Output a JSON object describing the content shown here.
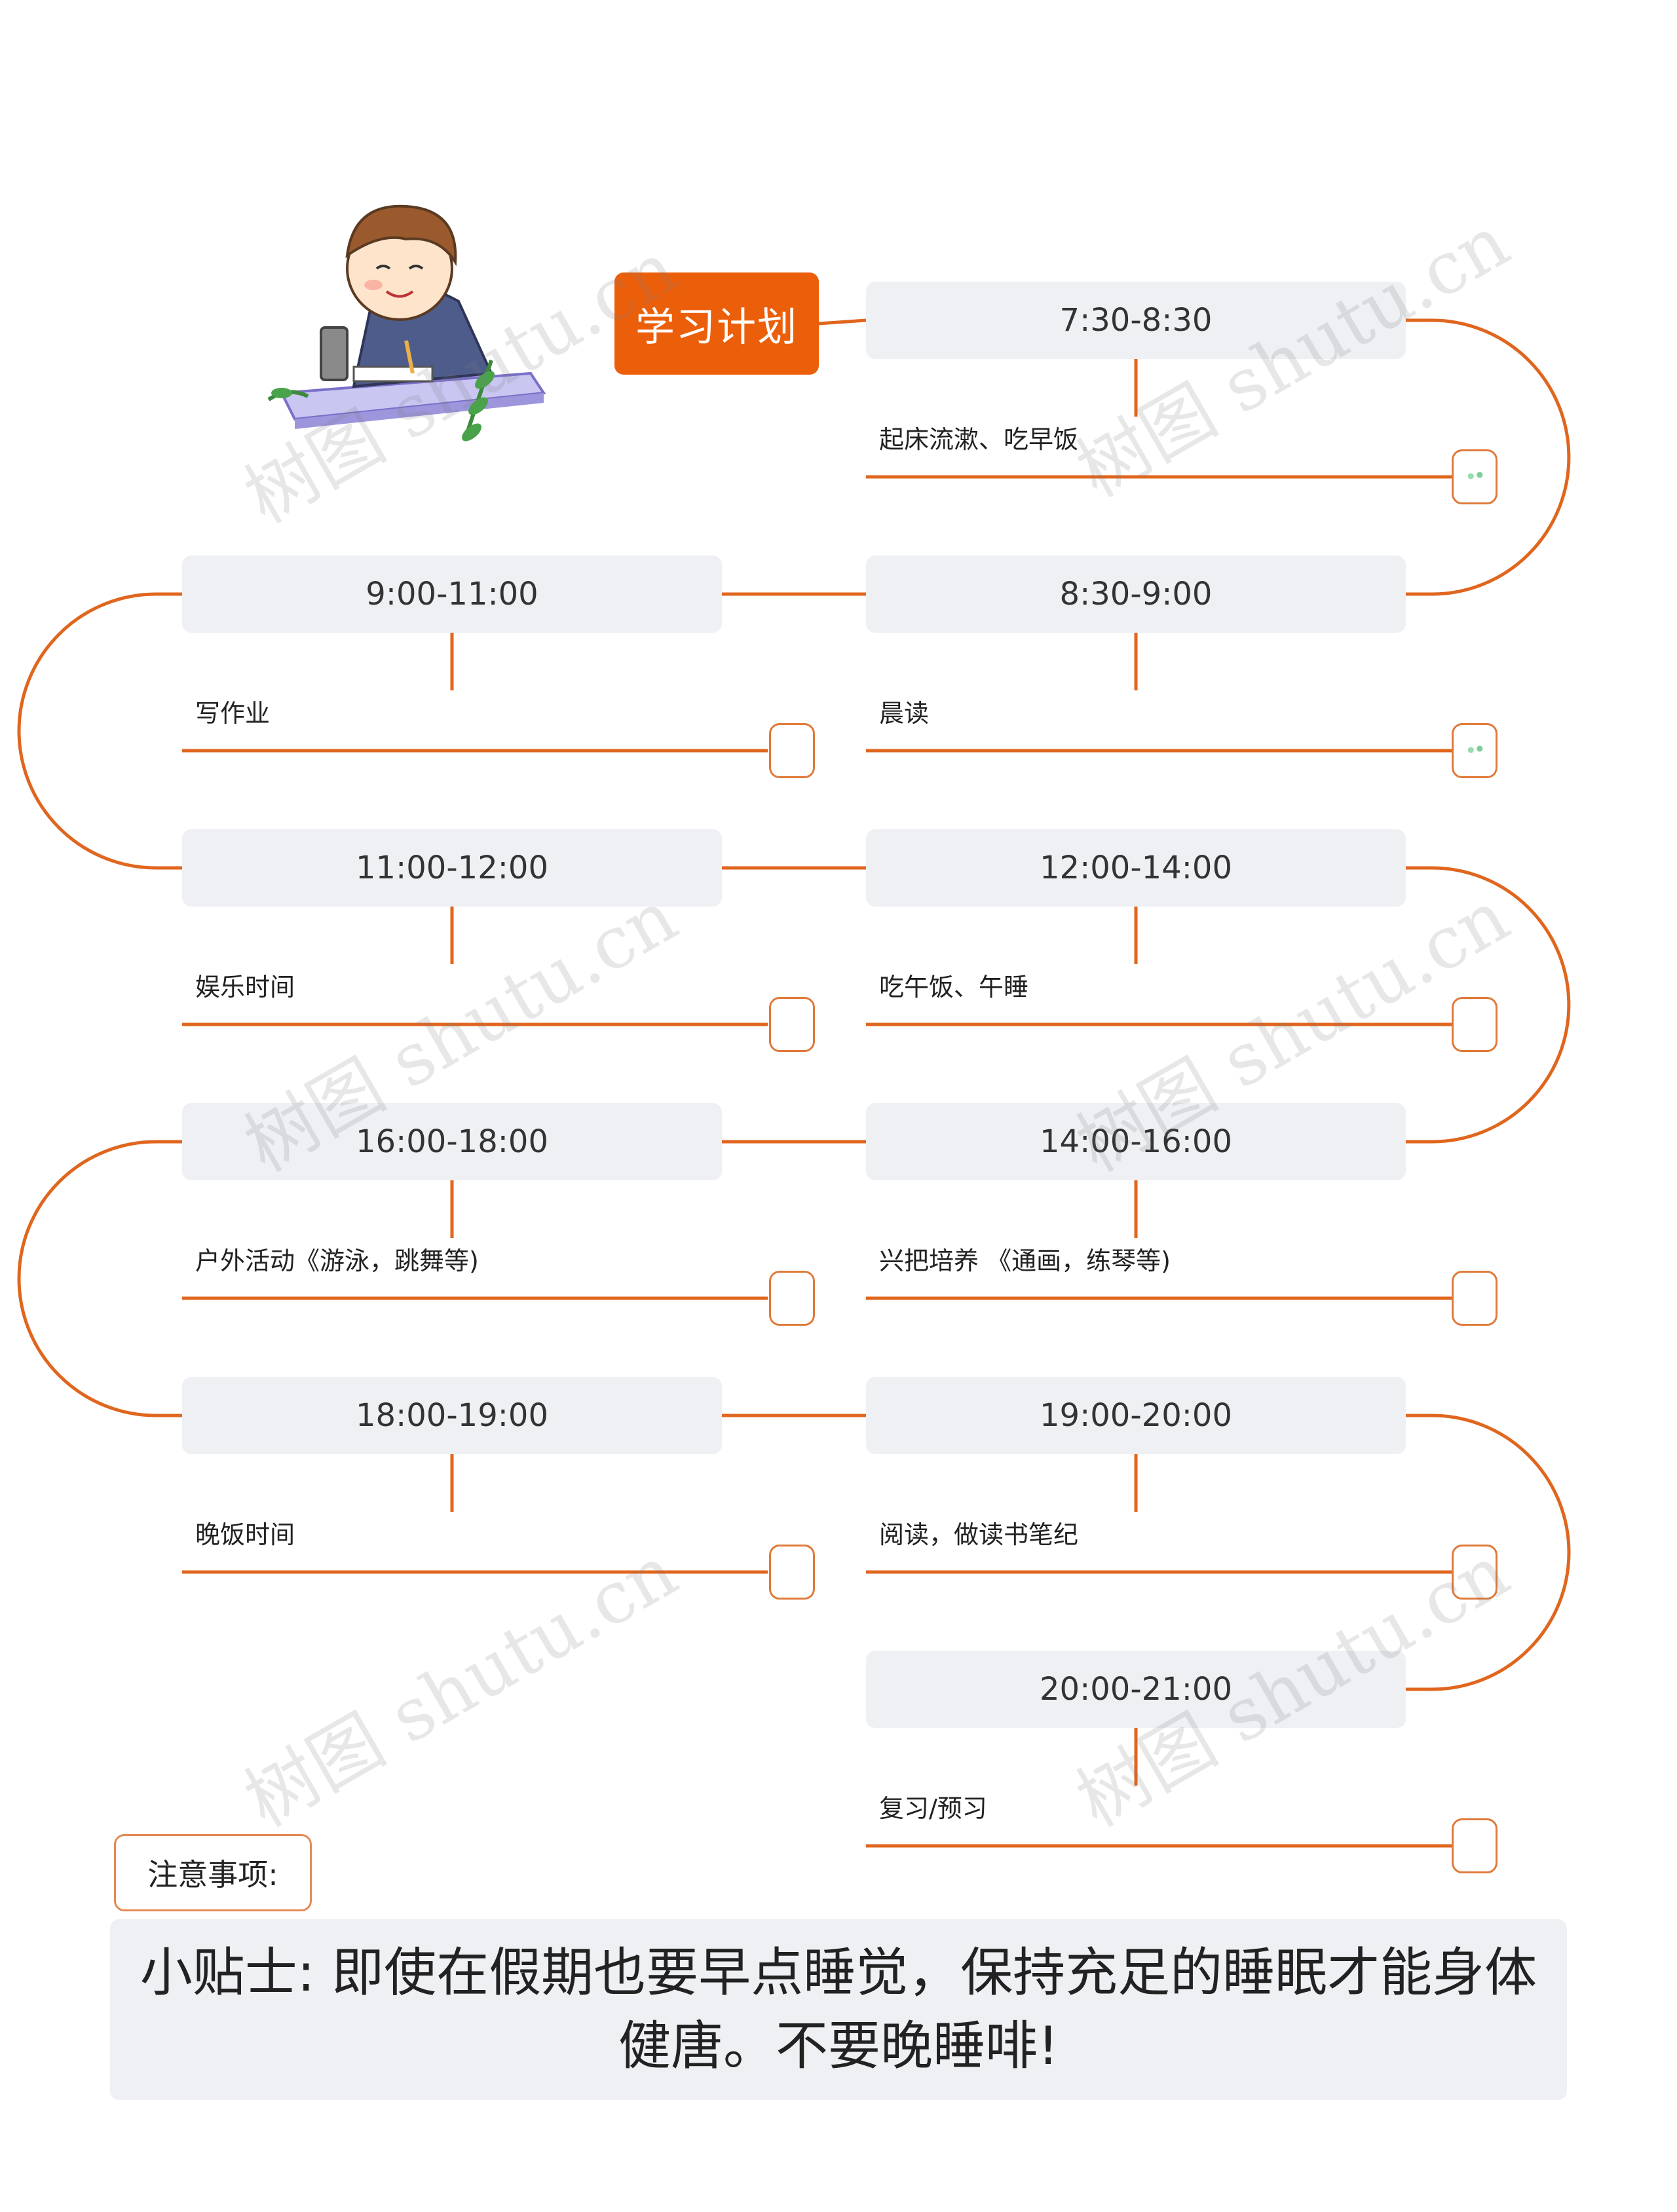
{
  "title": "学习计划",
  "schedule": [
    {
      "time": "7:30-8:30",
      "task": "起床流漱、吃早饭",
      "checked": true
    },
    {
      "time": "8:30-9:00",
      "task": "晨读",
      "checked": true
    },
    {
      "time": "9:00-11:00",
      "task": "写作业",
      "checked": false
    },
    {
      "time": "11:00-12:00",
      "task": "娱乐时间",
      "checked": false
    },
    {
      "time": "12:00-14:00",
      "task": "吃午饭、午睡",
      "checked": false
    },
    {
      "time": "14:00-16:00",
      "task": "兴把培养 《通画，练琴等)",
      "checked": false
    },
    {
      "time": "16:00-18:00",
      "task": "户外活动《游泳，跳舞等)",
      "checked": false
    },
    {
      "time": "18:00-19:00",
      "task": "晚饭时间",
      "checked": false
    },
    {
      "time": "19:00-20:00",
      "task": "阅读，做读书笔纪",
      "checked": false
    },
    {
      "time": "20:00-21:00",
      "task": "复习/预习",
      "checked": false
    }
  ],
  "notes_label": "注意事项:",
  "tip": "小贴士: 即使在假期也要早点睡觉，保持充足的睡眠才能身体健唐。不要晚睡啡!",
  "watermark": "树图 shutu.cn",
  "colors": {
    "accent": "#ec5f0a",
    "line": "#e0661e",
    "node_bg": "#eef0f3"
  }
}
